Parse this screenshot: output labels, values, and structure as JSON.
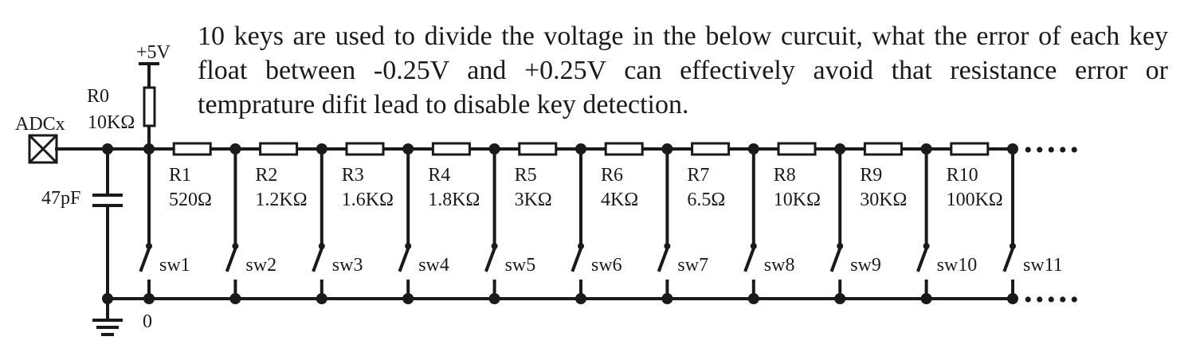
{
  "question": "10 keys are used to divide the voltage in the below curcuit, what the error of each key float between -0.25V and +0.25V can effectively avoid that resistance error or temprature difit lead to disable key detection.",
  "circuit": {
    "supply_label": "+5V",
    "adc_label": "ADCx",
    "capacitor_label": "47pF",
    "ground_label": "0",
    "pullup": {
      "name": "R0",
      "value": "10KΩ"
    },
    "continuation_dots": "•••••",
    "resistors": [
      {
        "name": "R1",
        "value": "520Ω"
      },
      {
        "name": "R2",
        "value": "1.2KΩ"
      },
      {
        "name": "R3",
        "value": "1.6KΩ"
      },
      {
        "name": "R4",
        "value": "1.8KΩ"
      },
      {
        "name": "R5",
        "value": "3KΩ"
      },
      {
        "name": "R6",
        "value": "4KΩ"
      },
      {
        "name": "R7",
        "value": "6.5Ω"
      },
      {
        "name": "R8",
        "value": "10KΩ"
      },
      {
        "name": "R9",
        "value": "30KΩ"
      },
      {
        "name": "R10",
        "value": "100KΩ"
      }
    ],
    "switches": [
      "sw1",
      "sw2",
      "sw3",
      "sw4",
      "sw5",
      "sw6",
      "sw7",
      "sw8",
      "sw9",
      "sw10",
      "sw11"
    ]
  }
}
